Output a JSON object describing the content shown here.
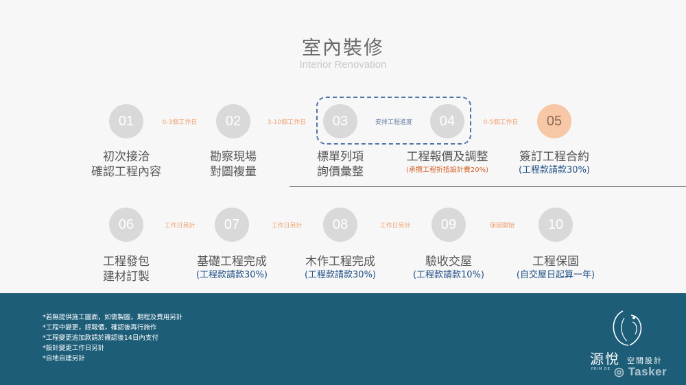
{
  "header": {
    "title": "室內裝修",
    "subtitle": "Interior Renovation"
  },
  "steps": [
    {
      "num": "01",
      "line1": "初次接洽",
      "line2": "確認工程內容"
    },
    {
      "num": "02",
      "line1": "勘察現場",
      "line2": "對圖複量"
    },
    {
      "num": "03",
      "line1": "標單列項",
      "line2": "詢價彙整"
    },
    {
      "num": "04",
      "line1": "工程報價及調整",
      "note": "(承攬工程折抵設計費20%)"
    },
    {
      "num": "05",
      "line1": "簽訂工程合約",
      "note": "(工程款請款30%)"
    },
    {
      "num": "06",
      "line1": "工程發包",
      "line2": "建材訂製"
    },
    {
      "num": "07",
      "line1": "基礎工程完成",
      "note": "(工程款請款30%)"
    },
    {
      "num": "08",
      "line1": "木作工程完成",
      "note": "(工程款請款30%)"
    },
    {
      "num": "09",
      "line1": "驗收交屋",
      "note": "(工程款請款10%)"
    },
    {
      "num": "10",
      "line1": "工程保固",
      "note": "(自交屋日起算一年)"
    }
  ],
  "connectors": [
    "0-3個工作日",
    "3-10個工作日",
    "安排工程進度",
    "0-5個工作日",
    "工作日另計",
    "工作日另計",
    "工作日另計",
    "保固開始"
  ],
  "footer_notes": [
    "*若無提供施工圖面，如需製圖，期程及費用另計",
    "*工程中變更，經報價，確認後再行施作",
    "*工程變更追加款請於確認後14日內支付",
    "*設計變更工作日另計",
    "*自地自建另計"
  ],
  "logo": {
    "main": "源悅",
    "sub": "空間設計",
    "tiny": "PRIM DE"
  },
  "watermark": "Tasker",
  "colors": {
    "footer": "#1d5d78",
    "accent": "#f8c7a6",
    "note_blue": "#1f4f86",
    "note_orange": "#d4622a",
    "connector": "#f0a070"
  }
}
